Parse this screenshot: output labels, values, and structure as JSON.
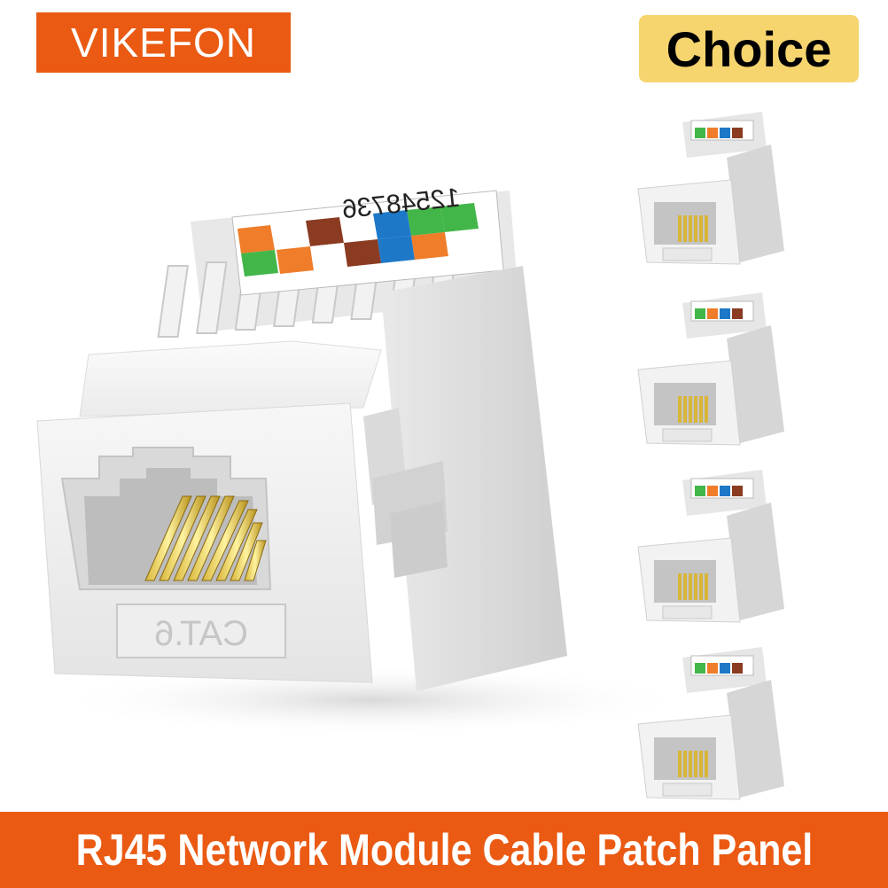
{
  "brand": {
    "name": "VIKEFON",
    "color": "#ea5a13"
  },
  "badge": {
    "label": "Choice",
    "color": "#f6d56f"
  },
  "banner": {
    "title": "RJ45 Network Module Cable Patch Panel",
    "color": "#ea5a13"
  },
  "product": {
    "jack_label": "CAT.6",
    "pin_order_label": "12548736",
    "wire_colors": [
      "#ef7d2a",
      "#ffffff",
      "#43b649",
      "#1e78c8",
      "#8a3b22"
    ]
  },
  "thumbnails": {
    "count": 4
  }
}
